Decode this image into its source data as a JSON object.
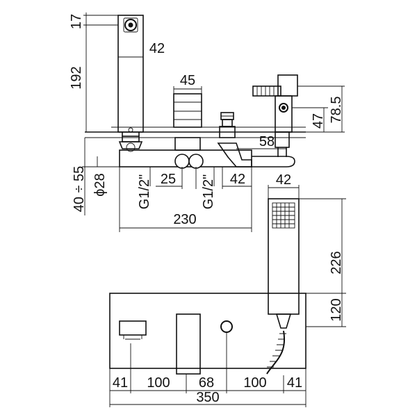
{
  "dimensions": {
    "d17": "17",
    "d42_spout": "42",
    "d192": "192",
    "d45": "45",
    "d47": "47",
    "d78_5": "78.5",
    "d58": "58",
    "d40_55": "40 ÷ 55",
    "d28": "ϕ28",
    "d_g12_left": "G1/2\"",
    "d25": "25",
    "d_g12_right": "G1/2\"",
    "d42_valve": "42",
    "d230": "230",
    "d42_handshower": "42",
    "d226": "226",
    "d120": "120",
    "d41_left": "41",
    "d100_left": "100",
    "d68": "68",
    "d100_right": "100",
    "d41_right": "41",
    "d350": "350"
  }
}
